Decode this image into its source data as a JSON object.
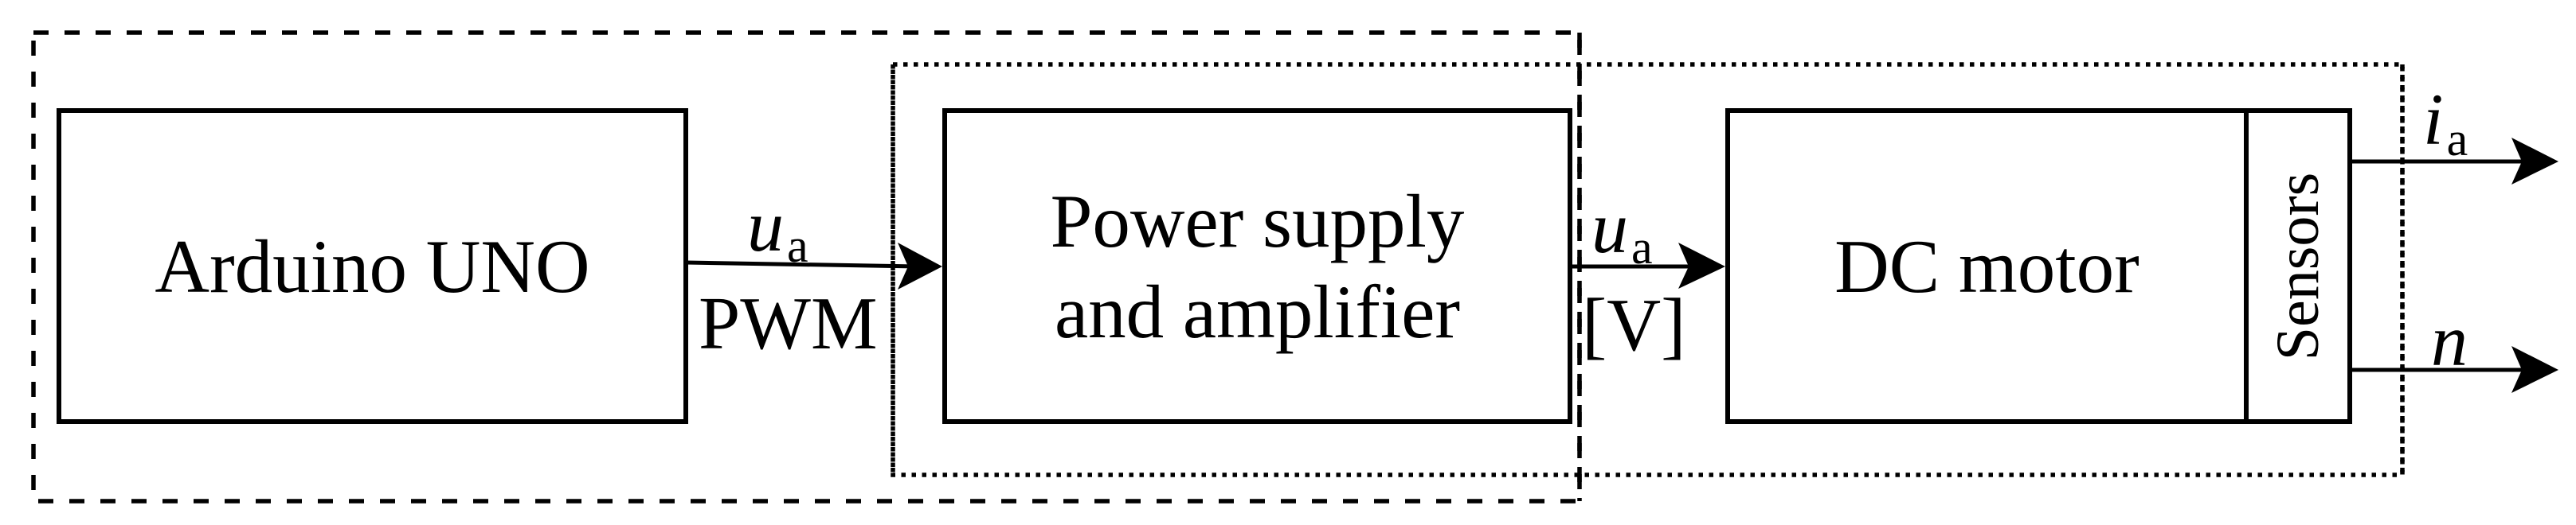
{
  "diagram": {
    "type": "block-diagram",
    "colors": {
      "stroke": "#000000",
      "background": "#ffffff"
    },
    "groups": [
      {
        "id": "dashed-group",
        "style": "dashed",
        "contains": [
          "arduino",
          "power"
        ]
      },
      {
        "id": "dotted-group",
        "style": "dotted",
        "contains": [
          "power",
          "dc_motor"
        ]
      }
    ],
    "blocks": {
      "arduino": {
        "label": "Arduino UNO"
      },
      "power": {
        "line1": "Power supply",
        "line2": "and amplifier"
      },
      "dc_motor": {
        "label": "DC motor"
      },
      "sensors": {
        "label": "Sensors"
      }
    },
    "signals": {
      "arduino_to_power": {
        "symbol": "u",
        "subscript": "a",
        "unit_label": "PWM"
      },
      "power_to_motor": {
        "symbol": "u",
        "subscript": "a",
        "unit_label": "[V]"
      },
      "output_current": {
        "symbol": "i",
        "subscript": "a"
      },
      "output_speed": {
        "symbol": "n"
      }
    },
    "connections": [
      {
        "from": "arduino",
        "to": "power",
        "signal": "arduino_to_power"
      },
      {
        "from": "power",
        "to": "dc_motor",
        "signal": "power_to_motor"
      },
      {
        "from": "sensors",
        "to": "output",
        "signal": "output_current"
      },
      {
        "from": "sensors",
        "to": "output",
        "signal": "output_speed"
      }
    ]
  }
}
